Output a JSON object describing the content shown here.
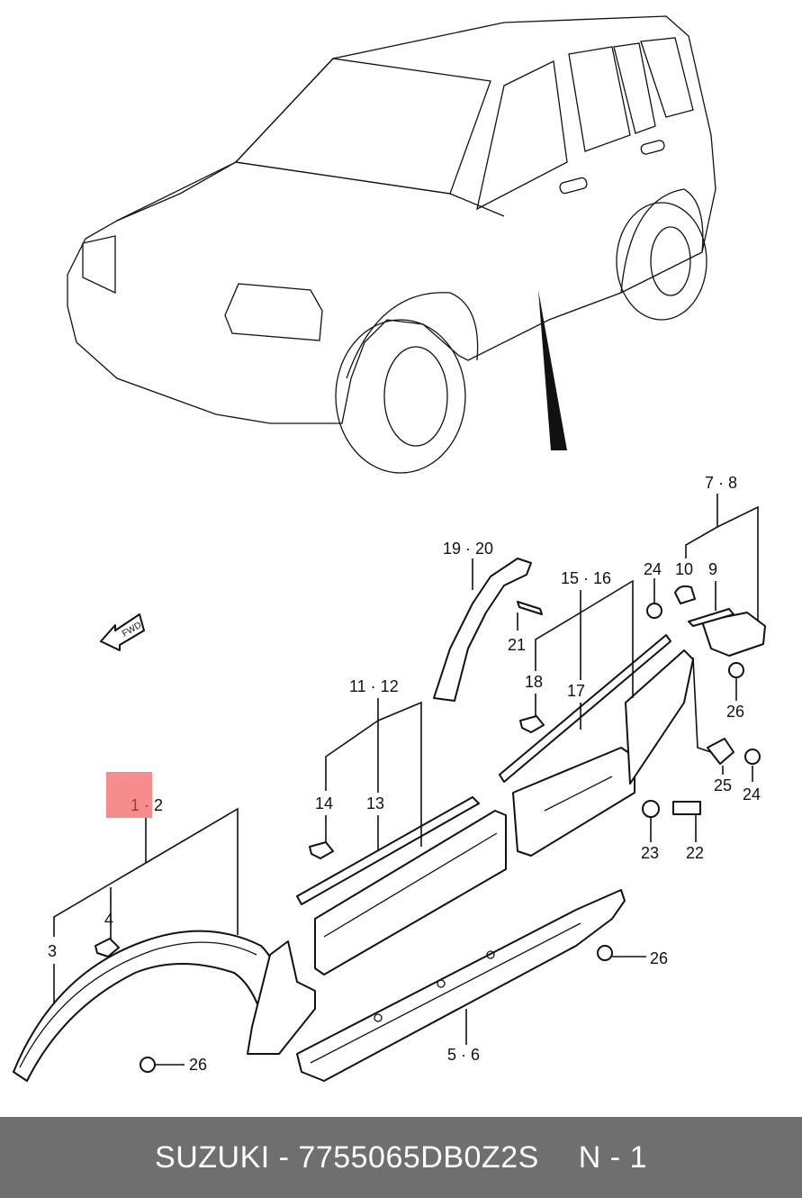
{
  "highlight_color": "#f05050",
  "footer": {
    "brand": "SUZUKI",
    "separator": " - ",
    "part_number": "7755065DB0Z2S",
    "position": "N - 1",
    "background": "#6f6f6f"
  },
  "direction_label": "FWD",
  "callouts": {
    "c1_2": "1 · 2",
    "c3": "3",
    "c4": "4",
    "c5_6": "5 · 6",
    "c7_8": "7 · 8",
    "c9": "9",
    "c10": "10",
    "c11_12": "11 · 12",
    "c13": "13",
    "c14": "14",
    "c15_16": "15 · 16",
    "c17": "17",
    "c18": "18",
    "c19_20": "19 · 20",
    "c21": "21",
    "c22": "22",
    "c23": "23",
    "c24a": "24",
    "c24b": "24",
    "c25": "25",
    "c26a": "26",
    "c26b": "26",
    "c26c": "26"
  }
}
